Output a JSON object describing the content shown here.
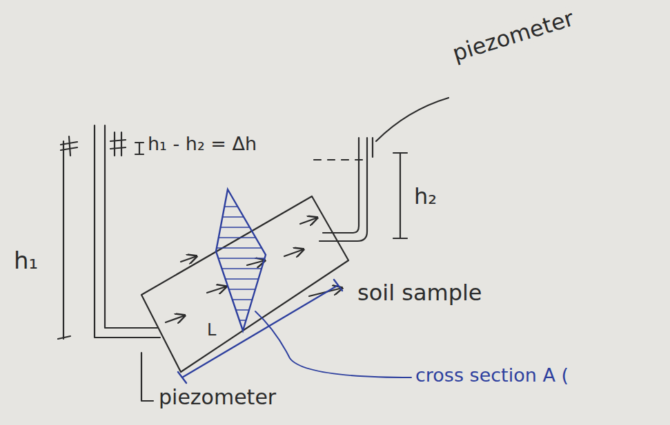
{
  "diagram": {
    "labels": [
      "piezometer",
      "h₁ - h₂ = Δh",
      "h₂",
      "h₁",
      "soil sample",
      "L",
      "cross section A (",
      "piezometer"
    ]
  }
}
